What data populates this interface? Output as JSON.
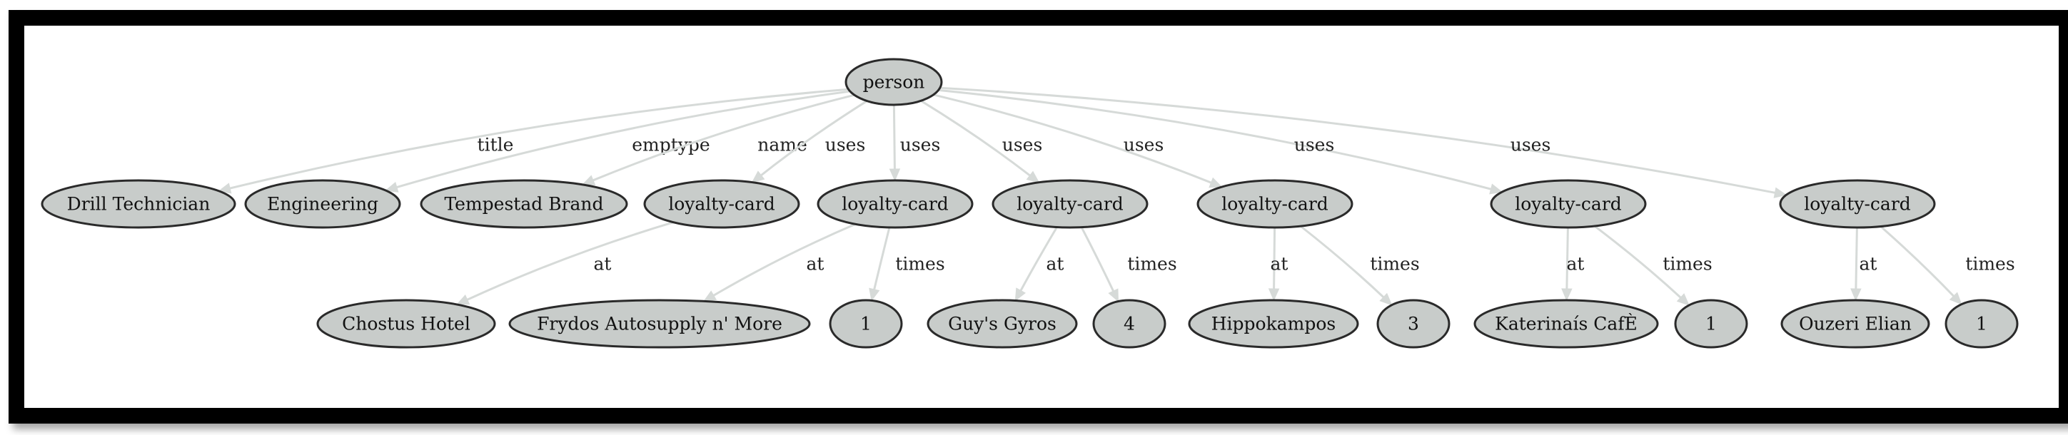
{
  "graph": {
    "nodes": [
      {
        "id": "person",
        "label": "person"
      },
      {
        "id": "title_v",
        "label": "Drill Technician"
      },
      {
        "id": "emptype_v",
        "label": "Engineering"
      },
      {
        "id": "name_v",
        "label": "Tempestad Brand"
      },
      {
        "id": "lc1",
        "label": "loyalty-card"
      },
      {
        "id": "lc2",
        "label": "loyalty-card"
      },
      {
        "id": "lc3",
        "label": "loyalty-card"
      },
      {
        "id": "lc4",
        "label": "loyalty-card"
      },
      {
        "id": "lc5",
        "label": "loyalty-card"
      },
      {
        "id": "lc6",
        "label": "loyalty-card"
      },
      {
        "id": "at1",
        "label": "Chostus Hotel"
      },
      {
        "id": "at2",
        "label": "Frydos Autosupply n' More"
      },
      {
        "id": "t2",
        "label": "1"
      },
      {
        "id": "at3",
        "label": "Guy's Gyros"
      },
      {
        "id": "t3",
        "label": "4"
      },
      {
        "id": "at4",
        "label": "Hippokampos"
      },
      {
        "id": "t4",
        "label": "3"
      },
      {
        "id": "at5",
        "label": "Katerinaís CafÈ"
      },
      {
        "id": "t5",
        "label": "1"
      },
      {
        "id": "at6",
        "label": "Ouzeri Elian"
      },
      {
        "id": "t6",
        "label": "1"
      }
    ],
    "edges": [
      {
        "from": "person",
        "to": "title_v",
        "label": "title"
      },
      {
        "from": "person",
        "to": "emptype_v",
        "label": "emptype"
      },
      {
        "from": "person",
        "to": "name_v",
        "label": "name"
      },
      {
        "from": "person",
        "to": "lc1",
        "label": "uses"
      },
      {
        "from": "person",
        "to": "lc2",
        "label": "uses"
      },
      {
        "from": "person",
        "to": "lc3",
        "label": "uses"
      },
      {
        "from": "person",
        "to": "lc4",
        "label": "uses"
      },
      {
        "from": "person",
        "to": "lc5",
        "label": "uses"
      },
      {
        "from": "person",
        "to": "lc6",
        "label": "uses"
      },
      {
        "from": "lc1",
        "to": "at1",
        "label": "at"
      },
      {
        "from": "lc2",
        "to": "at2",
        "label": "at"
      },
      {
        "from": "lc2",
        "to": "t2",
        "label": "times"
      },
      {
        "from": "lc3",
        "to": "at3",
        "label": "at"
      },
      {
        "from": "lc3",
        "to": "t3",
        "label": "times"
      },
      {
        "from": "lc4",
        "to": "at4",
        "label": "at"
      },
      {
        "from": "lc4",
        "to": "t4",
        "label": "times"
      },
      {
        "from": "lc5",
        "to": "at5",
        "label": "at"
      },
      {
        "from": "lc5",
        "to": "t5",
        "label": "times"
      },
      {
        "from": "lc6",
        "to": "at6",
        "label": "at"
      },
      {
        "from": "lc6",
        "to": "t6",
        "label": "times"
      }
    ]
  }
}
